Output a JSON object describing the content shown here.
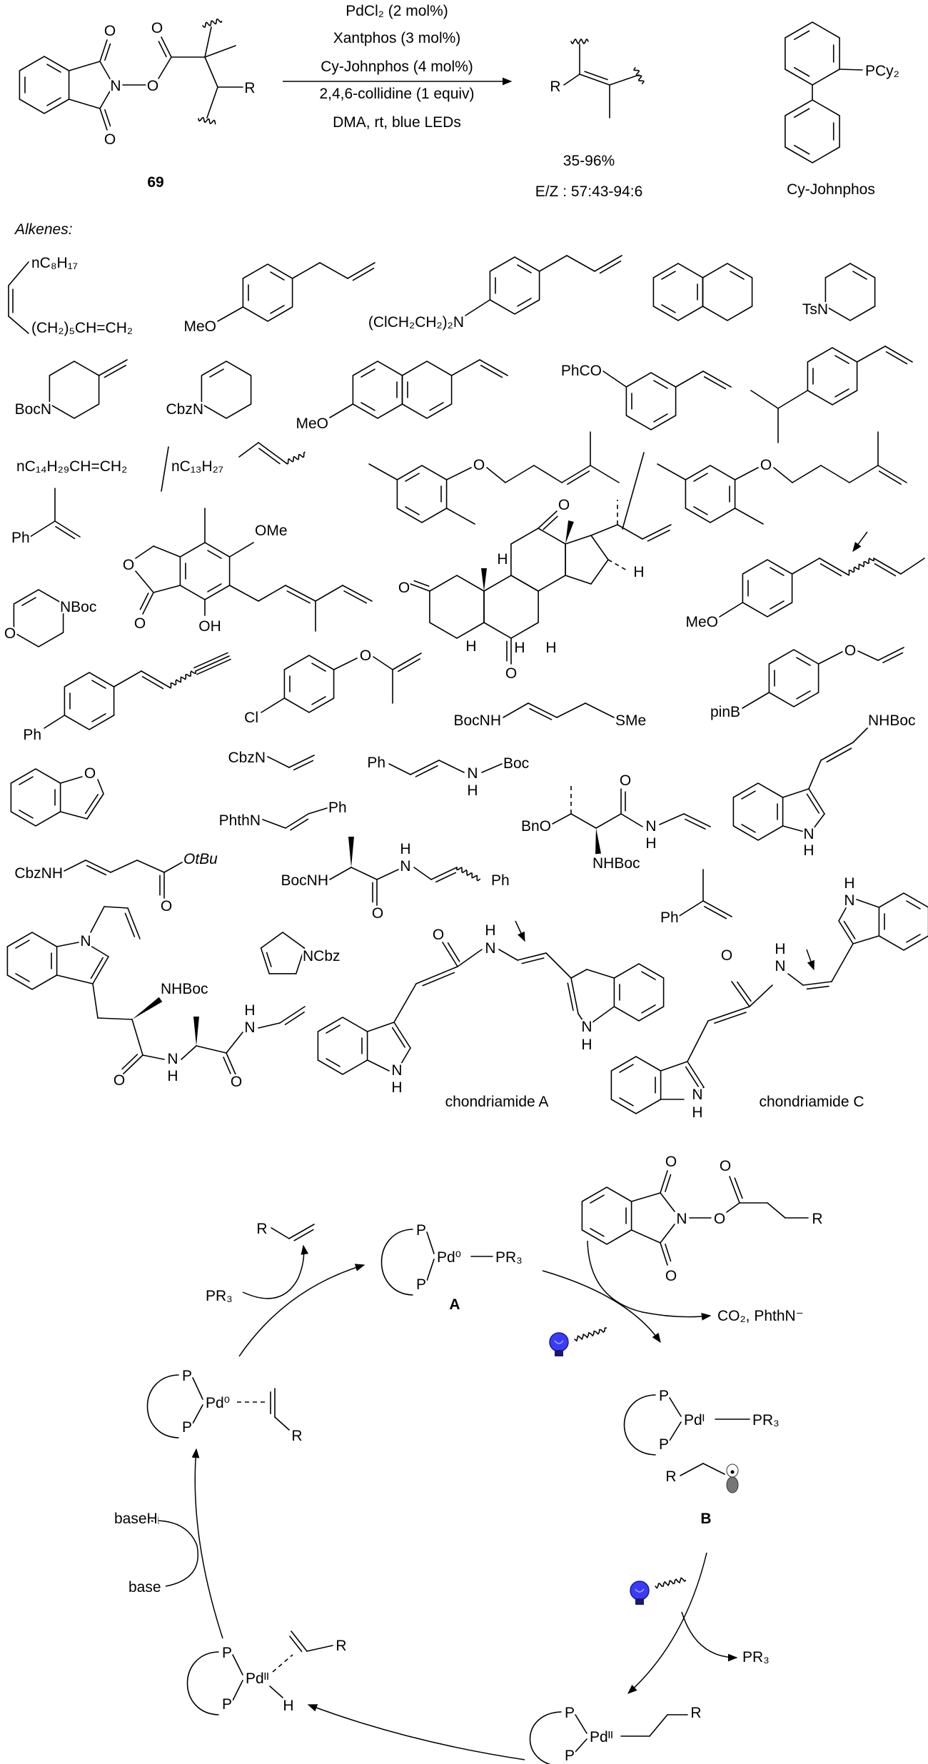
{
  "reaction": {
    "reagents": [
      "PdCl₂ (2 mol%)",
      "Xantphos (3 mol%)",
      "Cy-Johnphos (4 mol%)",
      "2,4,6-collidine (1 equiv)",
      "DMA, rt, blue LEDs"
    ],
    "compound_number": "69",
    "yield": "35-96%",
    "ez_ratio": "E/Z : 57:43-94:6",
    "ligand_name": "Cy-Johnphos",
    "ligand_group": "PCy₂"
  },
  "atoms": {
    "O": "O",
    "N": "N",
    "H": "H",
    "R": "R",
    "P": "P",
    "Ph": "Ph",
    "MeO": "MeO",
    "NHBoc": "NHBoc",
    "BocNH": "BocNH"
  },
  "alkenes": {
    "heading": "Alkenes:",
    "labels": {
      "octyl": "nC₈H₁₇",
      "hexenyl": "(CH₂)₅CH=CH₂",
      "bis_chloroethyl": "(ClCH₂CH₂)₂N",
      "tsn": "TsN",
      "bocn": "BocN",
      "cbzn": "CbzN",
      "phco": "PhCO",
      "hexadecene": "nC₁₄H₂₉CH=CH₂",
      "pentadecyl": "nC₁₃H₂₇",
      "ome": "OMe",
      "oh": "OH",
      "nboc": "NBoc",
      "cl": "Cl",
      "sme": "SMe",
      "pinb": "pinB",
      "boc": "Boc",
      "phthn": "PhthN",
      "bno": "BnO",
      "cbznh": "CbzNH",
      "otbu": "OtBu",
      "ncbz": "NCbz",
      "chondriamide_a": "chondriamide A",
      "chondriamide_c": "chondriamide C"
    }
  },
  "cycle": {
    "pd0_pr3": "Pd⁰",
    "pr3": "PR₃",
    "label_a": "A",
    "label_b": "B",
    "byproducts": "CO₂, PhthN⁻",
    "pd1": "Pdᴵ",
    "pd2": "Pdᴵᴵ",
    "base_h": "baseH",
    "base": "base",
    "light_color": "#3b3bff"
  }
}
